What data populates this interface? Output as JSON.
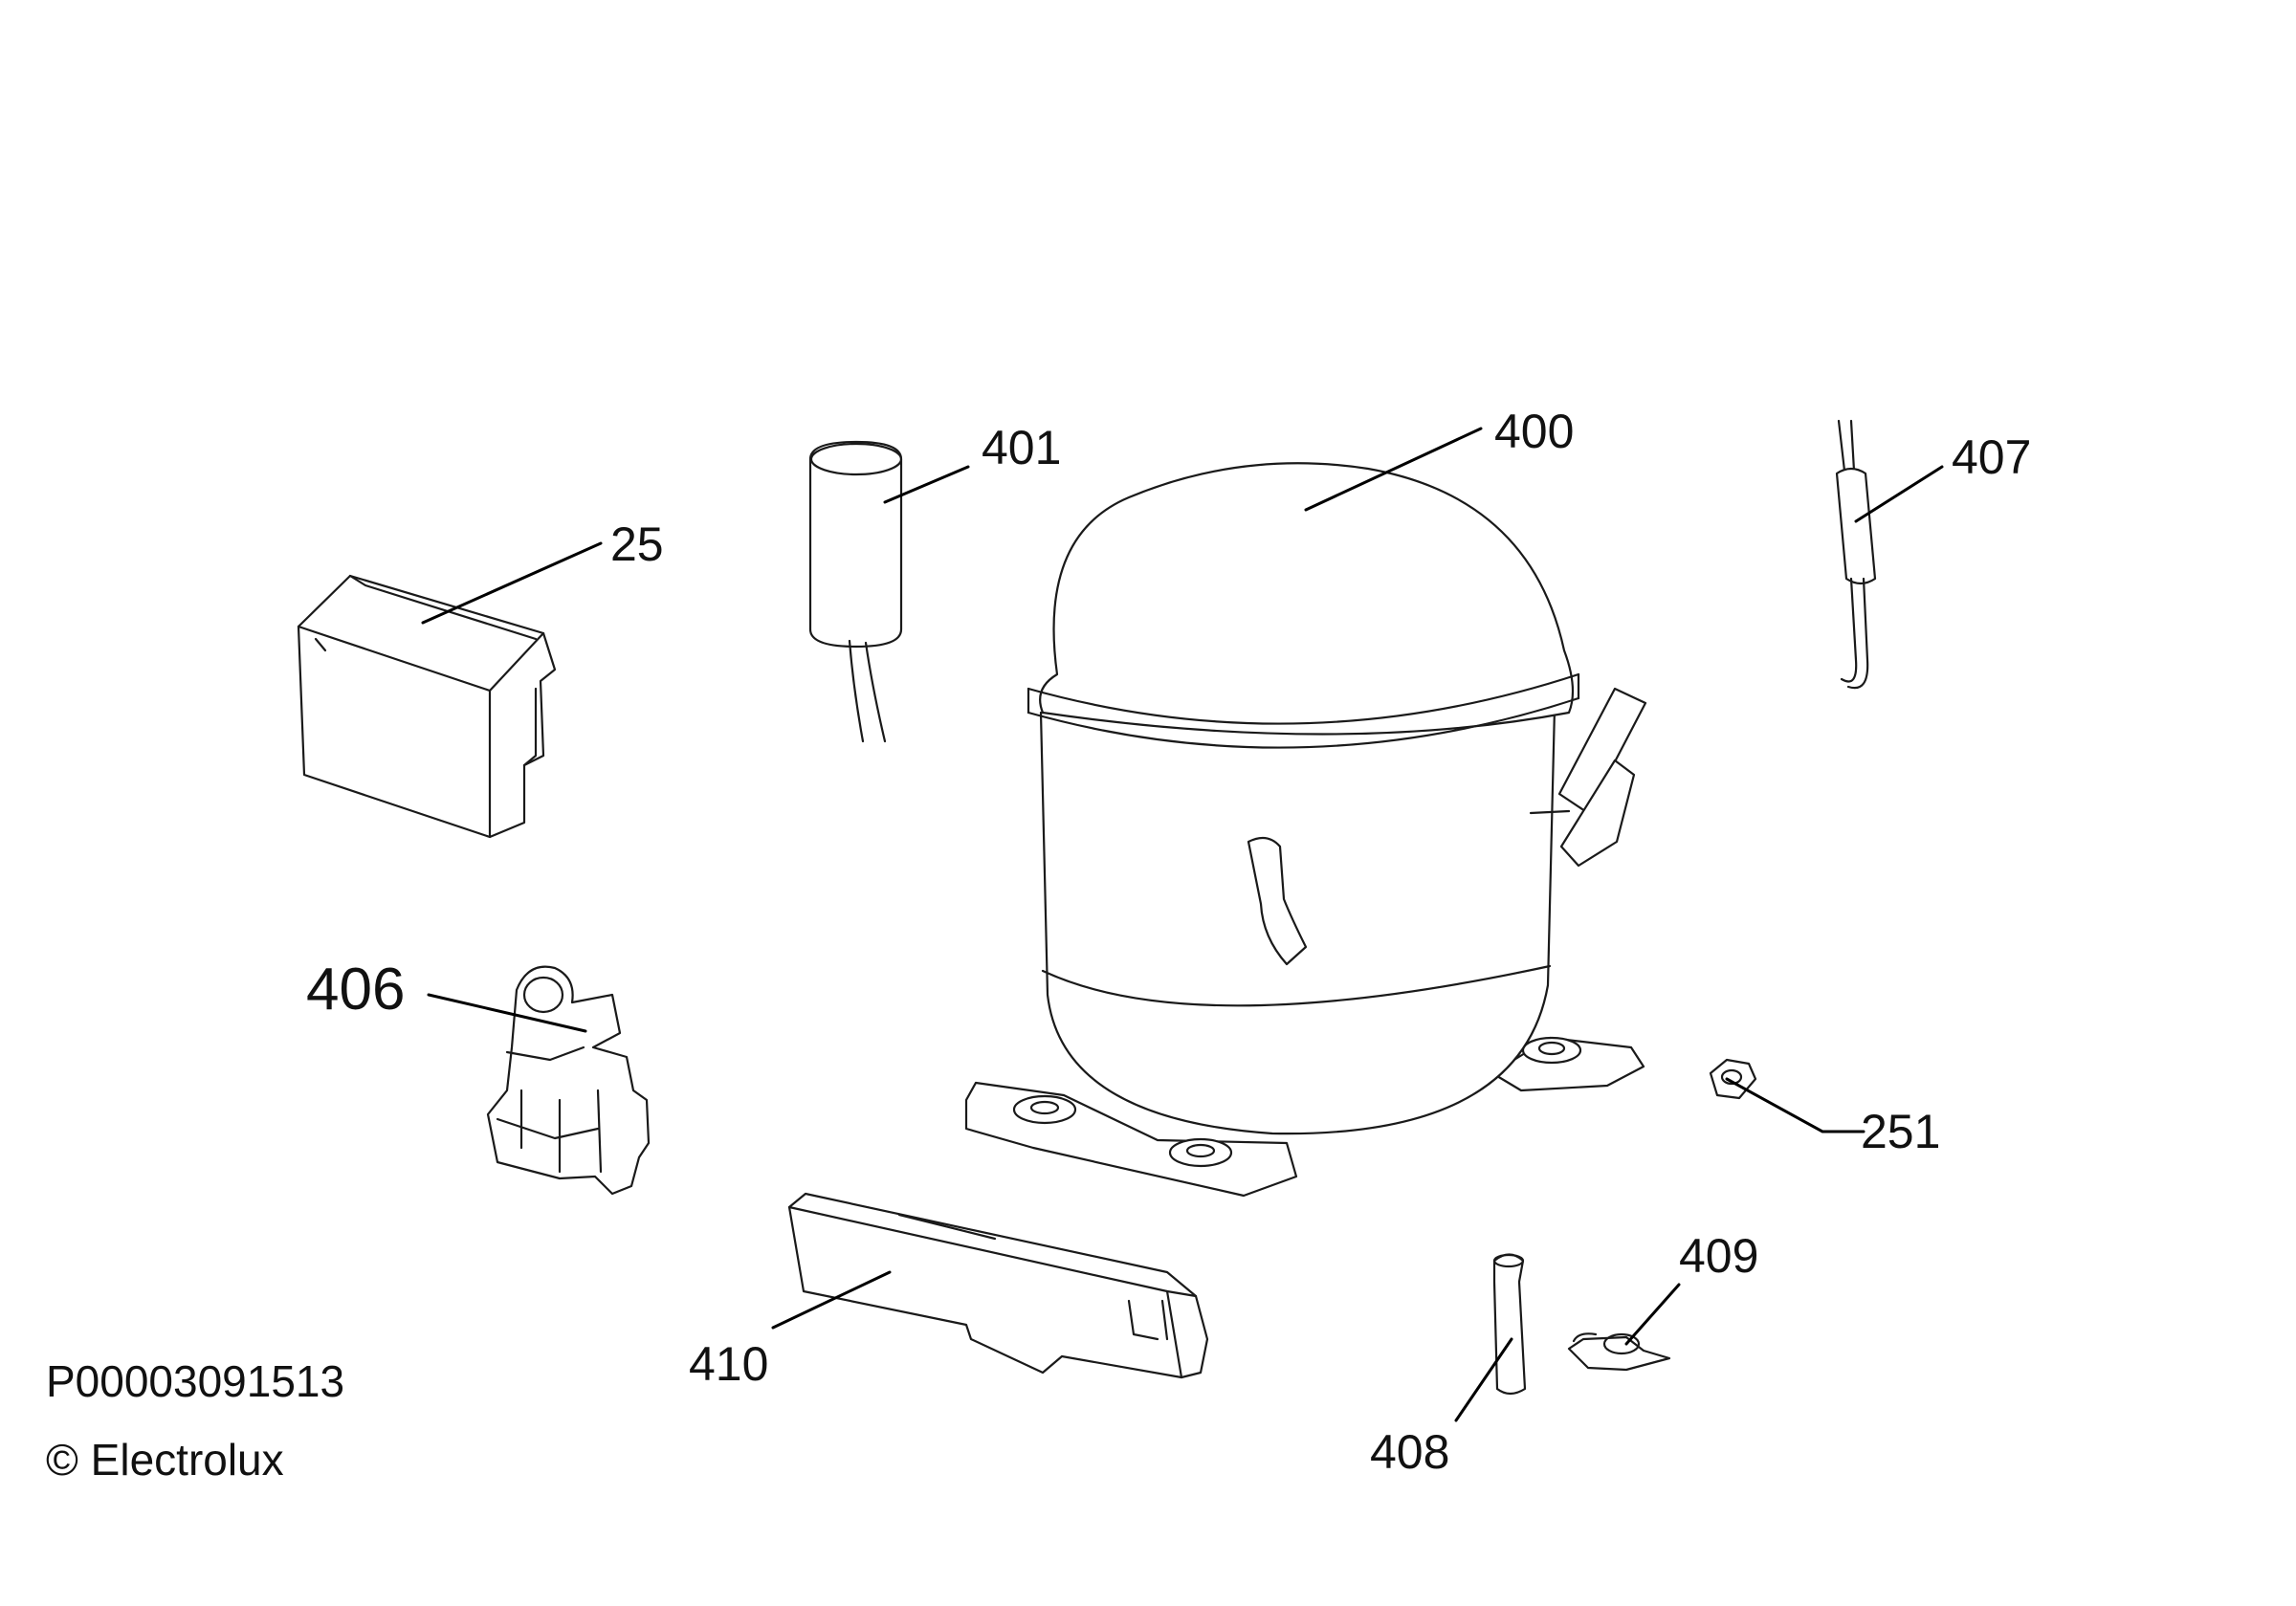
{
  "callouts": {
    "c25": "25",
    "c401": "401",
    "c400": "400",
    "c407": "407",
    "c406": "406",
    "c251": "251",
    "c409": "409",
    "c410": "410",
    "c408": "408"
  },
  "footer": {
    "part_code": "P00003091513",
    "copyright": "© Electrolux"
  },
  "colors": {
    "line": "#1a1a1a",
    "background": "#ffffff"
  }
}
